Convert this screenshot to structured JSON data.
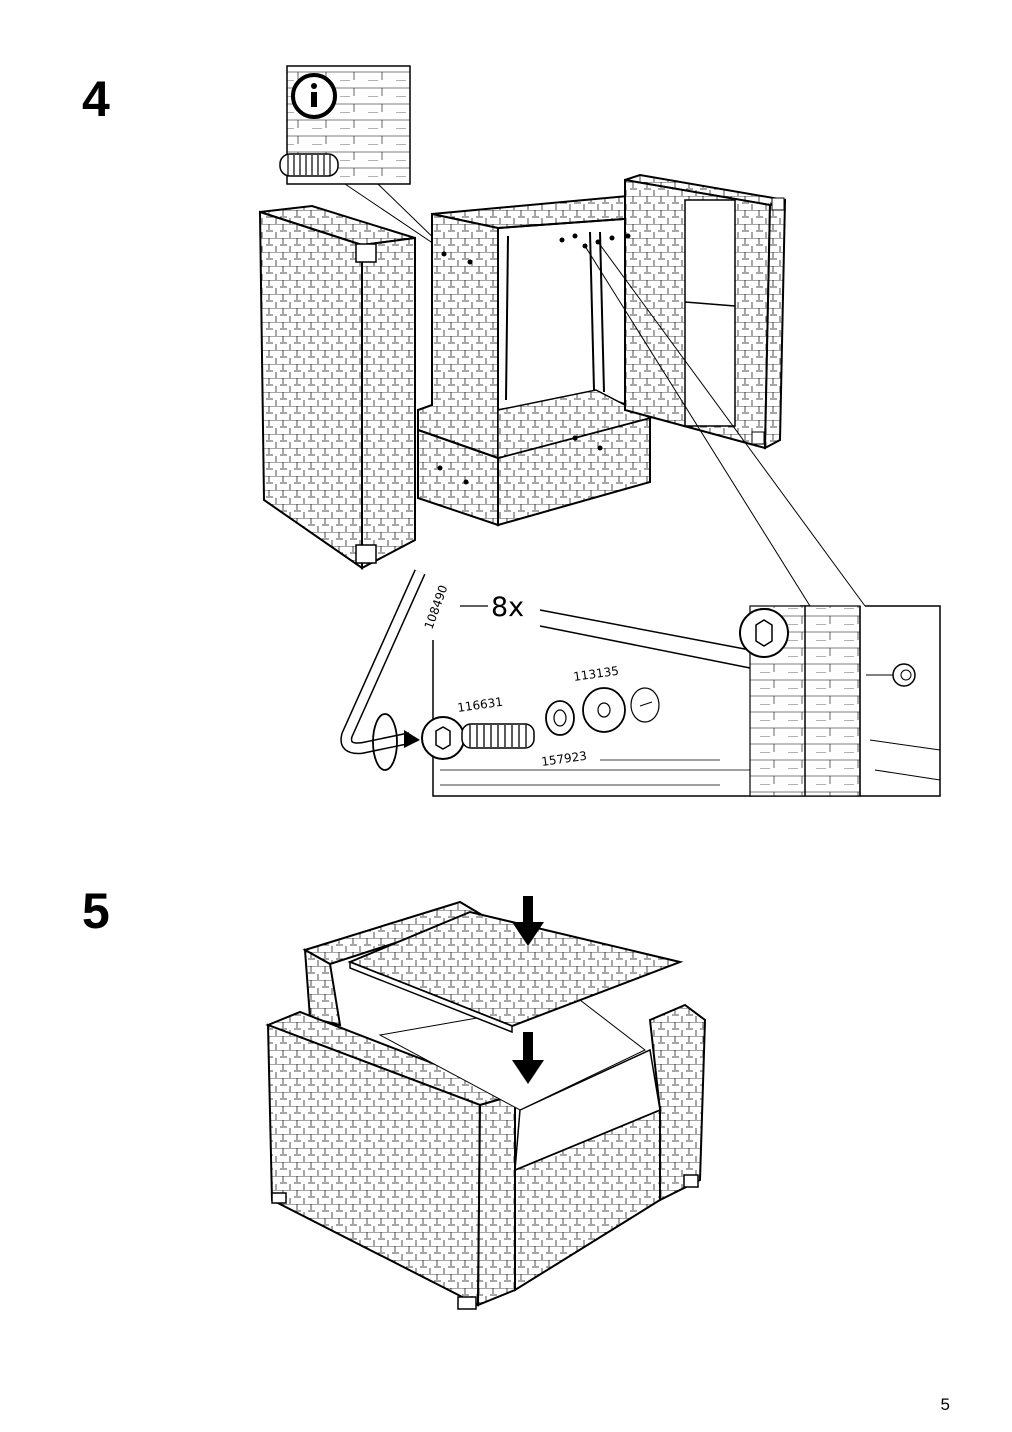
{
  "page": {
    "number": "5"
  },
  "step4": {
    "number": "4",
    "info_icon": "info-circle-icon",
    "tool_part": "108490",
    "quantity": "8x",
    "bolt_part": "116631",
    "washer_part": "113135",
    "nut_part": "157923"
  },
  "step5": {
    "number": "5"
  }
}
